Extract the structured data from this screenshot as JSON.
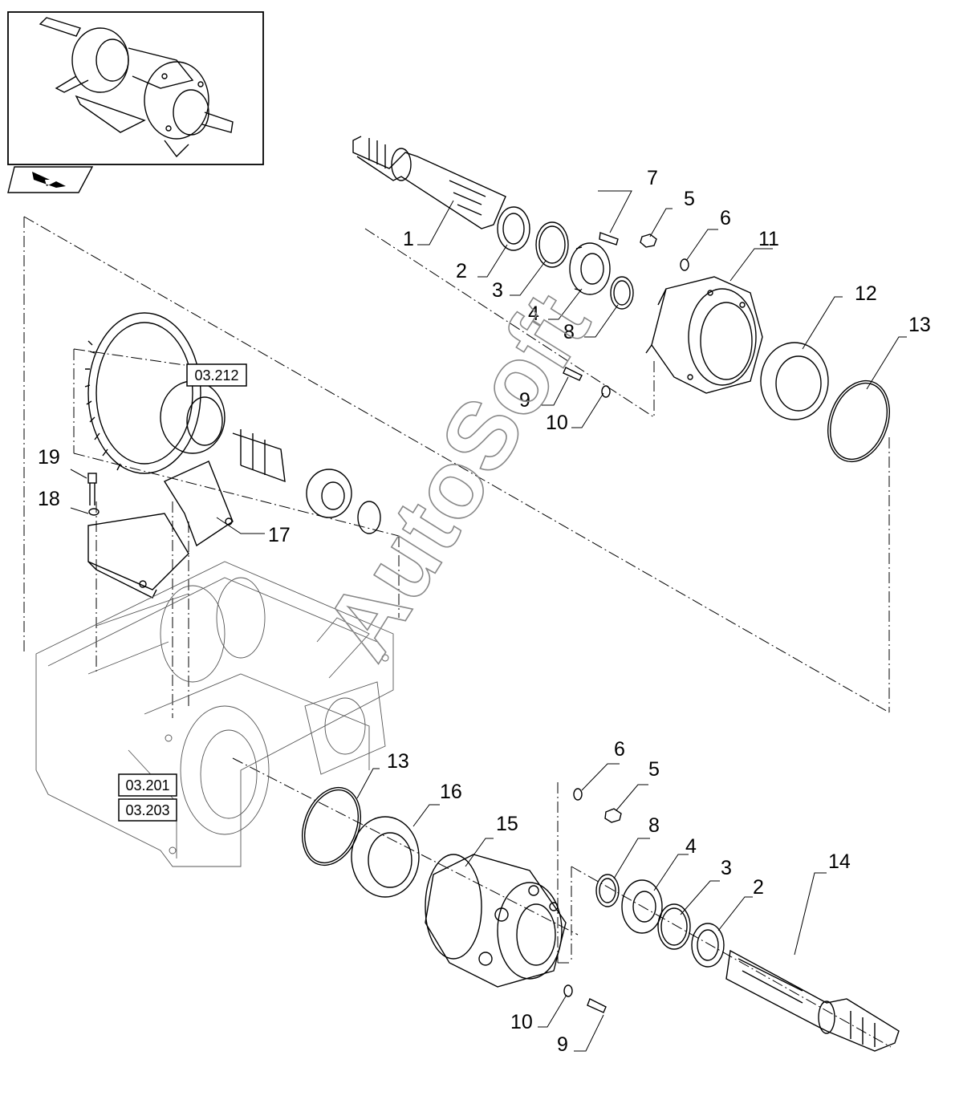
{
  "watermark": "AutoSoft",
  "references": [
    "03.212",
    "03.201",
    "03.203"
  ],
  "callouts": {
    "c1": "1",
    "c2a": "2",
    "c3a": "3",
    "c4a": "4",
    "c5a": "5",
    "c6a": "6",
    "c7": "7",
    "c8a": "8",
    "c9a": "9",
    "c10a": "10",
    "c11": "11",
    "c12": "12",
    "c13a": "13",
    "c13b": "13",
    "c14": "14",
    "c15": "15",
    "c16": "16",
    "c17": "17",
    "c18": "18",
    "c19": "19",
    "c6b": "6",
    "c5b": "5",
    "c8b": "8",
    "c4b": "4",
    "c3b": "3",
    "c2b": "2",
    "c9b": "9",
    "c10b": "10"
  },
  "icons": {
    "thumbnail": "assembly-thumbnail",
    "nav": "previous-page-arrow-icon"
  }
}
